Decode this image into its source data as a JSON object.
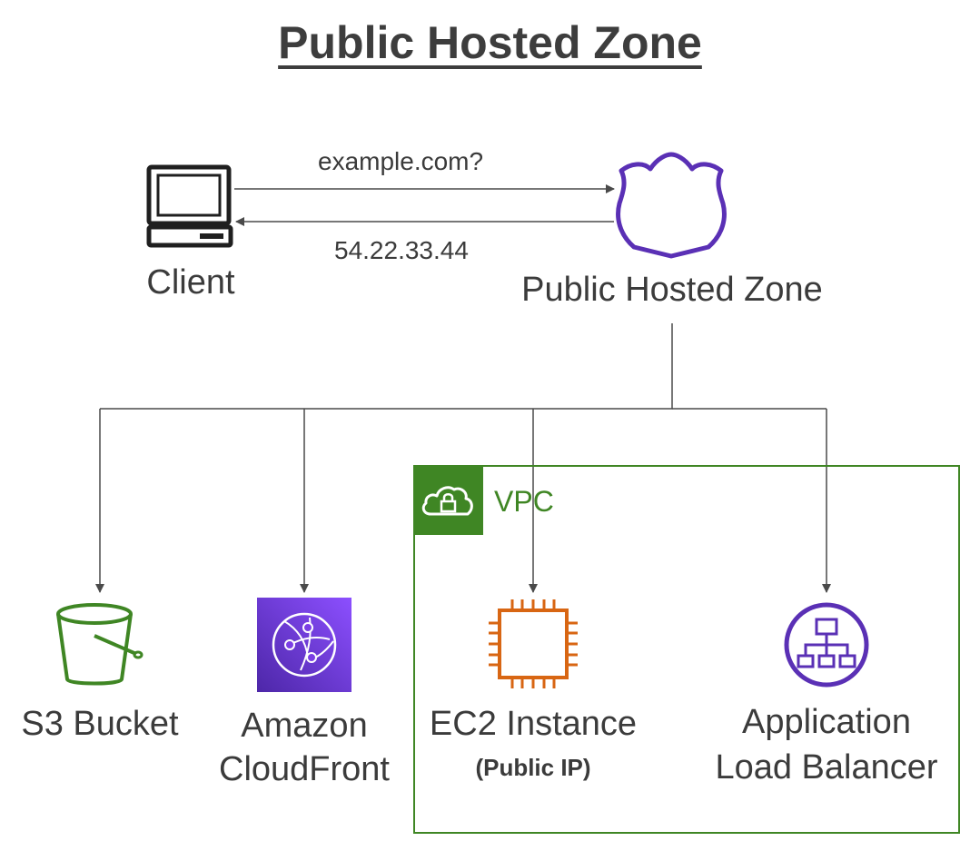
{
  "title": "Public Hosted Zone",
  "client": {
    "label": "Client"
  },
  "request": {
    "label": "example.com?"
  },
  "response": {
    "label": "54.22.33.44"
  },
  "hosted_zone": {
    "label": "Public Hosted Zone"
  },
  "vpc": {
    "label": "VPC"
  },
  "targets": {
    "s3": {
      "label": "S3 Bucket"
    },
    "cloudfront": {
      "line1": "Amazon",
      "line2": "CloudFront"
    },
    "ec2": {
      "label": "EC2 Instance",
      "note": "(Public IP)"
    },
    "alb": {
      "line1": "Application",
      "line2": "Load Balancer"
    }
  },
  "colors": {
    "route53_purple": "#5a30b5",
    "s3_green": "#3f8624",
    "vpc_green": "#3f8624",
    "cloudfront_purple": "#7b3fe4",
    "ec2_orange": "#d86613",
    "alb_purple": "#5a30b5",
    "arrow": "#4a4a4a"
  }
}
